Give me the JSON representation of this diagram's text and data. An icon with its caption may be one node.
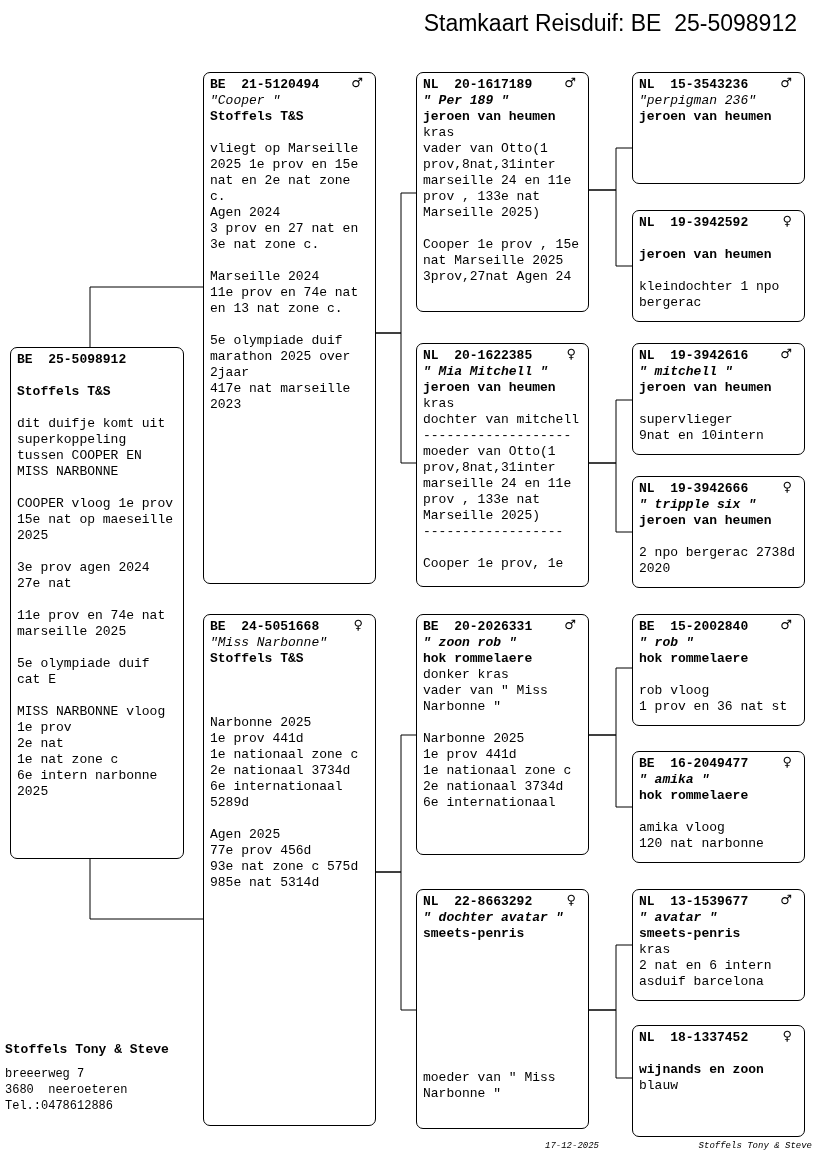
{
  "diagram": {
    "title": "Stamkaart Reisduif: BE  25-5098912",
    "nodes": [
      {
        "text": [
          "BE  25-5098912",
          "Stoffels T&S",
          "dit duifje komt uit superkoppeling tussen COOPER EN MISS NARBONNE",
          "COOPER vloog 1e prov 15e nat op maeseille 2025",
          "3e prov agen 2024 27e nat",
          "11e prov en 74e nat marseille 2025",
          "5e olympiade duif cat E",
          "MISS NARBONNE vloog",
          "1e prov",
          "2e nat",
          "1e nat zone c",
          "6e intern narbonne 2025"
        ]
      },
      {
        "text": [
          "BE  21-5120494",
          "♂",
          "\"Cooper \"",
          "Stoffels T&S",
          "vliegt op Marseille 2025 1e prov en 15e nat en 2e nat zone c.",
          "Agen 2024",
          "3 prov en 27 nat en 3e nat zone c.",
          "Marseille 2024",
          "11e prov en 74e nat en 13 nat zone c.",
          "5e olympiade duif marathon 2025 over 2jaar",
          "417e nat marseille 2023"
        ]
      },
      {
        "text": [
          "BE  24-5051668",
          "♀",
          "\"Miss Narbonne\"",
          "Stoffels T&S",
          "Narbonne 2025",
          "1e prov 441d",
          "1e nationaal zone c",
          "2e nationaal 3734d",
          "6e internationaal 5289d",
          "Agen 2025",
          "77e prov 456d",
          "93e nat zone c 575d",
          "985e nat 5314d"
        ]
      },
      {
        "text": [
          "NL  20-1617189",
          "♂",
          "\" Per 189 \"",
          "jeroen van heumen",
          "kras",
          "vader van Otto(1 prov,8nat,31inter marseille 24 en 11e prov , 133e nat Marseille 2025)",
          "Cooper 1e prov , 15e nat Marseille 2025",
          "3prov,27nat Agen 24"
        ]
      },
      {
        "text": [
          "NL  20-1622385",
          "♀",
          "\" Mia Mitchell \"",
          "jeroen van heumen",
          "kras",
          "dochter van mitchell",
          "-------------------",
          "moeder van Otto(1 prov,8nat,31inter marseille 24 en 11e prov , 133e nat Marseille 2025)",
          "------------------",
          "Cooper 1e prov, 1e"
        ]
      },
      {
        "text": [
          "BE  20-2026331",
          "♂",
          "\" zoon rob \"",
          "hok rommelaere",
          "donker kras",
          "vader van \" Miss Narbonne \"",
          "Narbonne 2025",
          "1e prov 441d",
          "1e nationaal zone c",
          "2e nationaal 3734d",
          "6e internationaal"
        ]
      },
      {
        "text": [
          "NL  22-8663292",
          "♀",
          "\" dochter avatar \"",
          "smeets-penris",
          "moeder van \" Miss Narbonne \""
        ]
      },
      {
        "text": [
          "NL  15-3543236",
          "♂",
          "\"perpigman 236\"",
          "jeroen van heumen"
        ]
      },
      {
        "text": [
          "NL  19-3942592",
          "♀",
          "jeroen van heumen",
          "kleindochter 1 npo bergerac"
        ]
      },
      {
        "text": [
          "NL  19-3942616",
          "♂",
          "\" mitchell \"",
          "jeroen van heumen",
          "supervlieger",
          "9nat en 10intern"
        ]
      },
      {
        "text": [
          "NL  19-3942666",
          "♀",
          "\" tripple six \"",
          "jeroen van heumen",
          "2 npo bergerac 2738d 2020"
        ]
      },
      {
        "text": [
          "BE  15-2002840",
          "♂",
          "\" rob \"",
          "hok rommelaere",
          "rob vloog",
          "1 prov en 36 nat st"
        ]
      },
      {
        "text": [
          "BE  16-2049477",
          "♀",
          "\" amika \"",
          "hok rommelaere",
          "amika vloog",
          "120 nat narbonne"
        ]
      },
      {
        "text": [
          "NL  13-1539677",
          "♂",
          "\" avatar \"",
          "smeets-penris",
          "kras",
          "2 nat en 6 intern asduif barcelona"
        ]
      },
      {
        "text": [
          "NL  18-1337452",
          "♀",
          "wijnands en zoon",
          "blauw"
        ]
      }
    ],
    "edges": [
      {
        "from": 0,
        "to": 1,
        "arrow": "none"
      },
      {
        "from": 0,
        "to": 2,
        "arrow": "none"
      },
      {
        "from": 1,
        "to": 3,
        "arrow": "none"
      },
      {
        "from": 1,
        "to": 4,
        "arrow": "none"
      },
      {
        "from": 2,
        "to": 5,
        "arrow": "none"
      },
      {
        "from": 2,
        "to": 6,
        "arrow": "none"
      },
      {
        "from": 3,
        "to": 7,
        "arrow": "none"
      },
      {
        "from": 3,
        "to": 8,
        "arrow": "none"
      },
      {
        "from": 4,
        "to": 9,
        "arrow": "none"
      },
      {
        "from": 4,
        "to": 10,
        "arrow": "none"
      },
      {
        "from": 5,
        "to": 11,
        "arrow": "none"
      },
      {
        "from": 5,
        "to": 12,
        "arrow": "none"
      },
      {
        "from": 6,
        "to": 13,
        "arrow": "none"
      },
      {
        "from": 6,
        "to": 14,
        "arrow": "none"
      }
    ],
    "labels": [
      "Stoffels Tony & Steve",
      "breeerweg 7",
      "3680  neeroeteren",
      "Tel.:0478612886",
      "17-12-2025",
      "Stoffels Tony & Steve"
    ]
  }
}
